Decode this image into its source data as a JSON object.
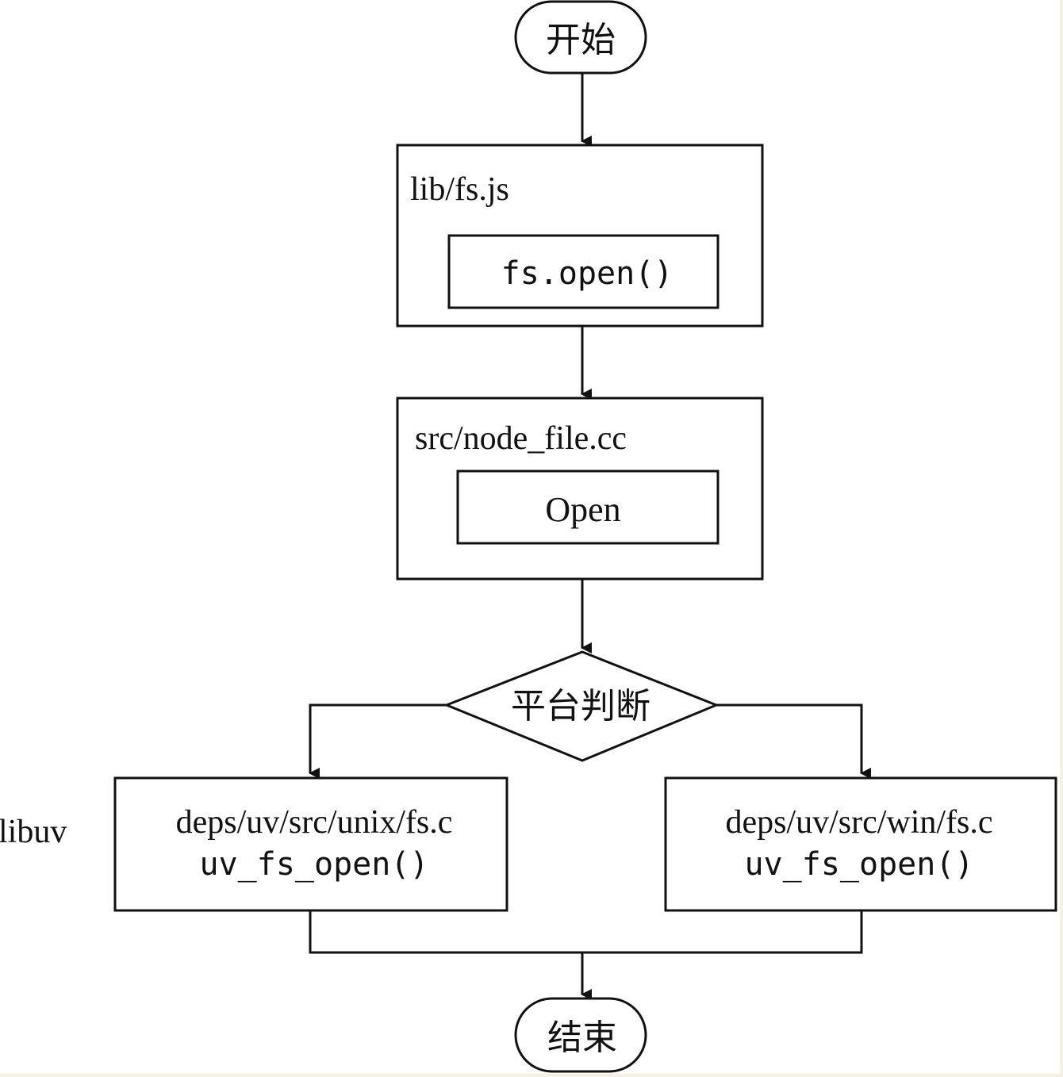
{
  "start": "开始",
  "end": "结束",
  "lib_fs": {
    "file": "lib/fs.js",
    "func": "fs.open()"
  },
  "node_file": {
    "file": "src/node_file.cc",
    "func": "Open"
  },
  "decision": "平台判断",
  "side_label": "libuv",
  "unix": {
    "file": "deps/uv/src/unix/fs.c",
    "func": "uv_fs_open()"
  },
  "win": {
    "file": "deps/uv/src/win/fs.c",
    "func": "uv_fs_open()"
  }
}
